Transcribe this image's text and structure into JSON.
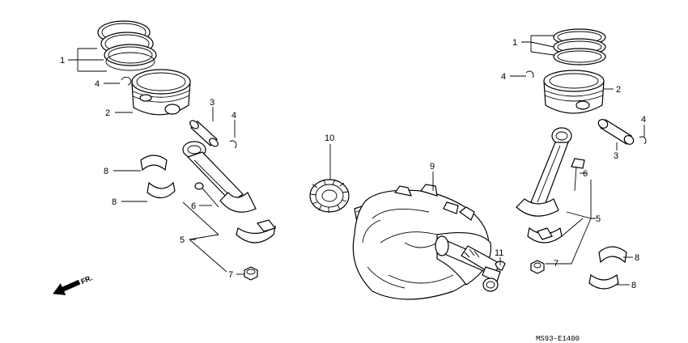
{
  "diagram_code": "MS93-E1400",
  "direction_label": "FR.",
  "callouts": [
    {
      "id": "c1-left",
      "text": "1"
    },
    {
      "id": "c4-left-a",
      "text": "4"
    },
    {
      "id": "c2-left",
      "text": "2"
    },
    {
      "id": "c3-left",
      "text": "3"
    },
    {
      "id": "c4-left-b",
      "text": "4"
    },
    {
      "id": "c8-left-a",
      "text": "8"
    },
    {
      "id": "c8-left-b",
      "text": "8"
    },
    {
      "id": "c6-left",
      "text": "6"
    },
    {
      "id": "c5-left",
      "text": "5"
    },
    {
      "id": "c7-left",
      "text": "7"
    },
    {
      "id": "c10",
      "text": "10"
    },
    {
      "id": "c9",
      "text": "9"
    },
    {
      "id": "c11",
      "text": "11"
    },
    {
      "id": "c1-right",
      "text": "1"
    },
    {
      "id": "c4-right-a",
      "text": "4"
    },
    {
      "id": "c2-right",
      "text": "2"
    },
    {
      "id": "c4-right-b",
      "text": "4"
    },
    {
      "id": "c3-right",
      "text": "3"
    },
    {
      "id": "c6-right",
      "text": "6"
    },
    {
      "id": "c5-right",
      "text": "5"
    },
    {
      "id": "c7-right",
      "text": "7"
    },
    {
      "id": "c8-right-a",
      "text": "8"
    },
    {
      "id": "c8-right-b",
      "text": "8"
    }
  ]
}
